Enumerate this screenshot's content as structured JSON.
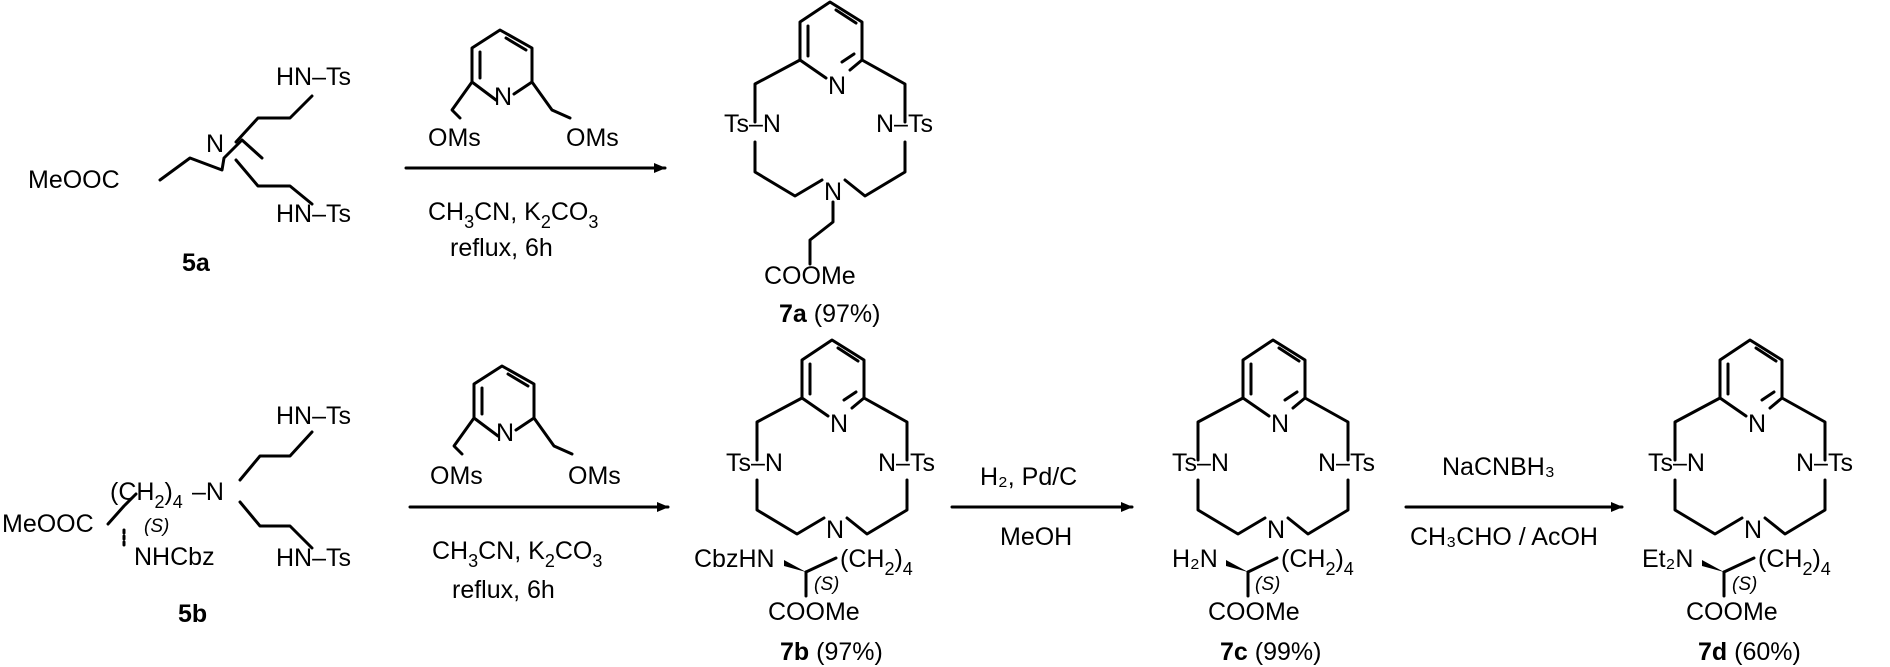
{
  "row1": {
    "reactant": {
      "label": "5a",
      "meooc": "MeOOC",
      "n": "N",
      "hn_ts_top": "HN–Ts",
      "hn_ts_bottom": "HN–Ts"
    },
    "reagent": {
      "n": "N",
      "oms_left": "OMs",
      "oms_right": "OMs",
      "cond_line2": "reflux, 6h"
    },
    "product": {
      "label": "7a",
      "yield": "(97%)",
      "ts_n_left": "Ts–N",
      "n_ts_right": "N–Ts",
      "n_py": "N",
      "n_bottom": "N",
      "coome": "COOMe"
    }
  },
  "row2": {
    "reactant": {
      "label": "5b",
      "meooc": "MeOOC",
      "ch2": "(CH",
      "ch2_sub": "2",
      "ch2_close": ")",
      "ch2_n": "4",
      "n": "–N",
      "stereo": "(S)",
      "nhcbz": "NHCbz",
      "hn_ts_top": "HN–Ts",
      "hn_ts_bottom": "HN–Ts"
    },
    "reagent": {
      "n": "N",
      "oms_left": "OMs",
      "oms_right": "OMs",
      "cond_line2": "reflux, 6h"
    },
    "product_b": {
      "label": "7b",
      "yield": "(97%)",
      "amine": "CbzHN"
    },
    "step2": {
      "line1": "H₂, Pd/C",
      "line2": "MeOH"
    },
    "product_c": {
      "label": "7c",
      "yield": "(99%)",
      "amine": "H₂N"
    },
    "step3": {
      "line1": "NaCNBH₃",
      "line2": "CH₃CHO / AcOH"
    },
    "product_d": {
      "label": "7d",
      "yield": "(60%)",
      "amine": "Et₂N"
    },
    "common": {
      "ts_n_left": "Ts–N",
      "n_ts_right": "N–Ts",
      "n_py": "N",
      "n_bottom": "N",
      "ch2": "(CH",
      "ch2_sub": "2",
      "ch2_close": ")",
      "ch2_n": "4",
      "stereo": "(S)",
      "coome": "COOMe"
    }
  },
  "conditions_main": {
    "ch": "CH",
    "ch_sub": "3",
    "cn_k": "CN, K",
    "k_sub": "2",
    "co": "CO",
    "co_sub": "3"
  }
}
